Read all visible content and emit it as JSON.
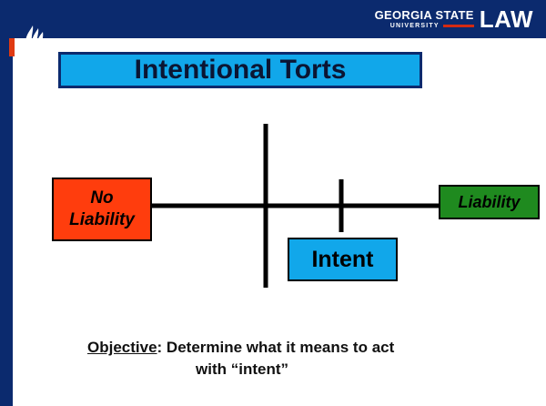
{
  "brand": {
    "line1": "GEORGIA STATE",
    "line2": "UNIVERSITY",
    "law": "LAW",
    "colors": {
      "band": "#0b2a6e",
      "accent": "#e03a12",
      "red_line": "#d32a12"
    },
    "mark_icon": "gsu-flame-icon"
  },
  "slide": {
    "title": "Intentional Torts",
    "title_bg": "#11a7ea"
  },
  "diagram": {
    "no_liability_line1": "No",
    "no_liability_line2": "Liability",
    "liability": "Liability",
    "intent": "Intent",
    "colors": {
      "no_liability": "#ff3d0d",
      "liability": "#1f8a1f",
      "intent": "#11a7ea"
    }
  },
  "objective": {
    "label": "Objective",
    "text_line1": ":  Determine what it means to act",
    "text_line2": "with “intent”"
  }
}
